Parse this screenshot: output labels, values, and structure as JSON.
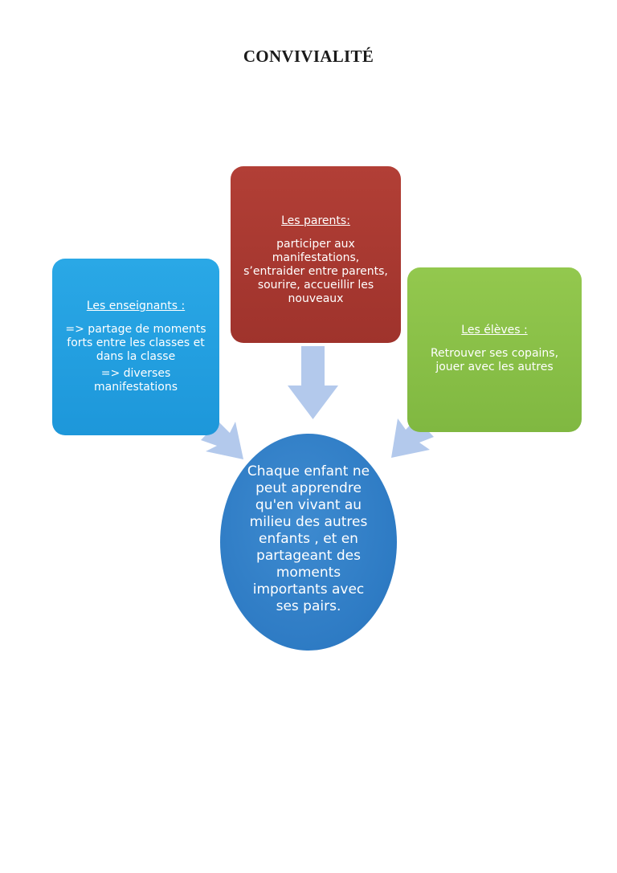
{
  "title": "CONVIVIALITÉ",
  "colors": {
    "teachers": "#1d97da",
    "parents": "#a33530",
    "students": "#85bc45",
    "center": "#2e7bc4",
    "arrows": "#b3c9ec"
  },
  "teachers": {
    "heading": "Les enseignants :",
    "lines": [
      "=> partage de moments forts entre les classes et dans la classe",
      "=> diverses manifestations"
    ]
  },
  "parents": {
    "heading": "Les parents:",
    "body": "participer aux manifestations, s’entraider entre parents, sourire, accueillir les nouveaux"
  },
  "students": {
    "heading": "Les élèves :",
    "body": "Retrouver ses copains, jouer avec les autres"
  },
  "center": {
    "text": "Chaque enfant ne peut apprendre qu'en vivant au milieu des autres enfants , et en partageant des moments importants avec ses pairs."
  }
}
